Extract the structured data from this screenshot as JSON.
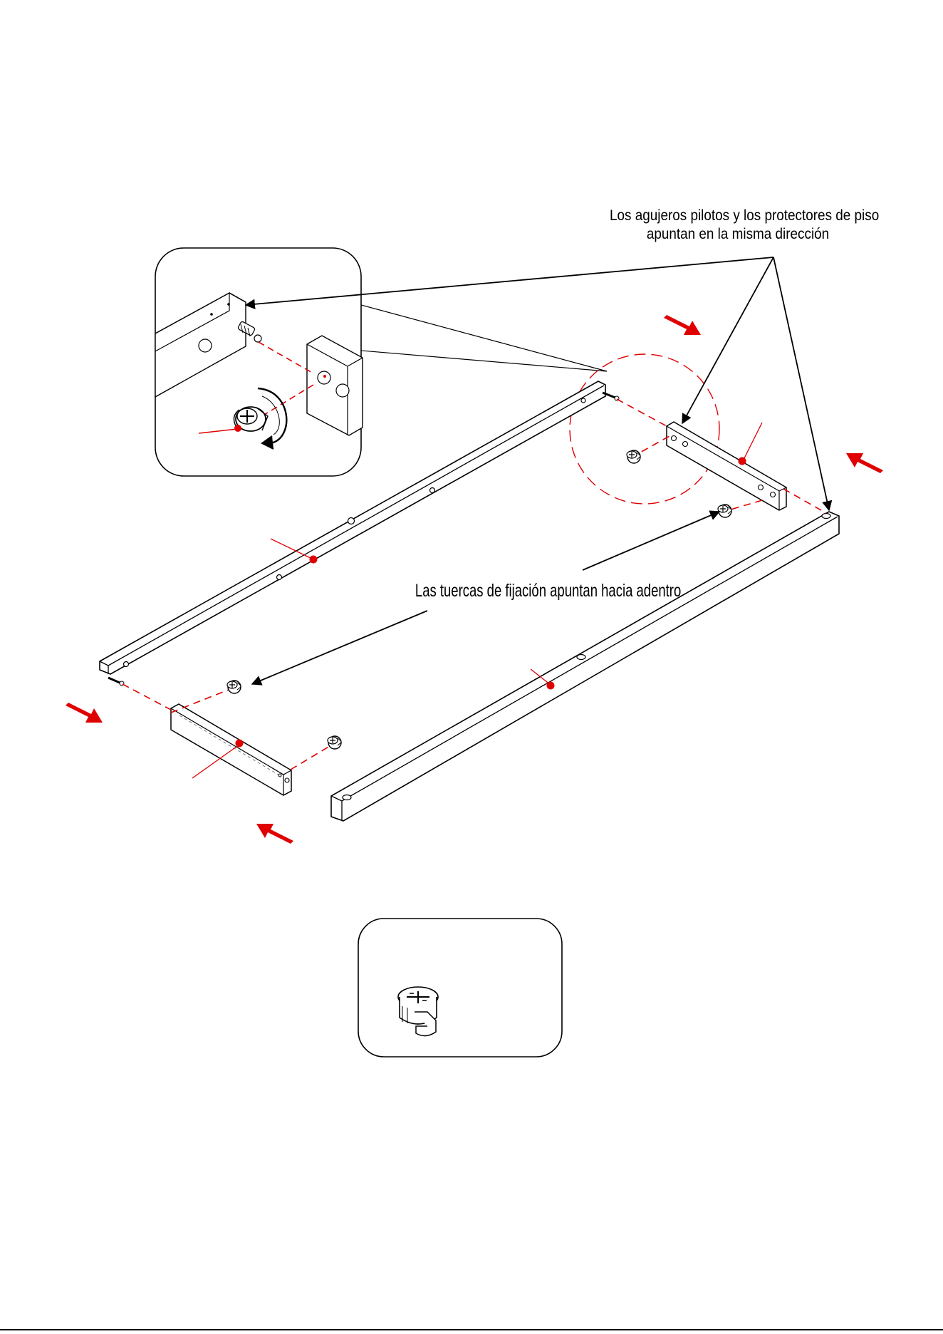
{
  "annotations": {
    "pilot_holes_line1": "Los agujeros pilotos y los protectores de piso",
    "pilot_holes_line2": "apuntan en la misma dirección",
    "cam_locks": "Las tuercas de fijación apuntan hacia adentro"
  },
  "icons": {
    "rail": "long-side-rail",
    "end_rail": "short-end-rail",
    "cam_lock": "cam-lock-nut",
    "bolt": "cam-bolt",
    "push_arrow": "red-direction-arrow",
    "part_marker": "red-part-marker"
  },
  "colors": {
    "line": "#000000",
    "accent": "#e00000",
    "paper": "#ffffff"
  }
}
